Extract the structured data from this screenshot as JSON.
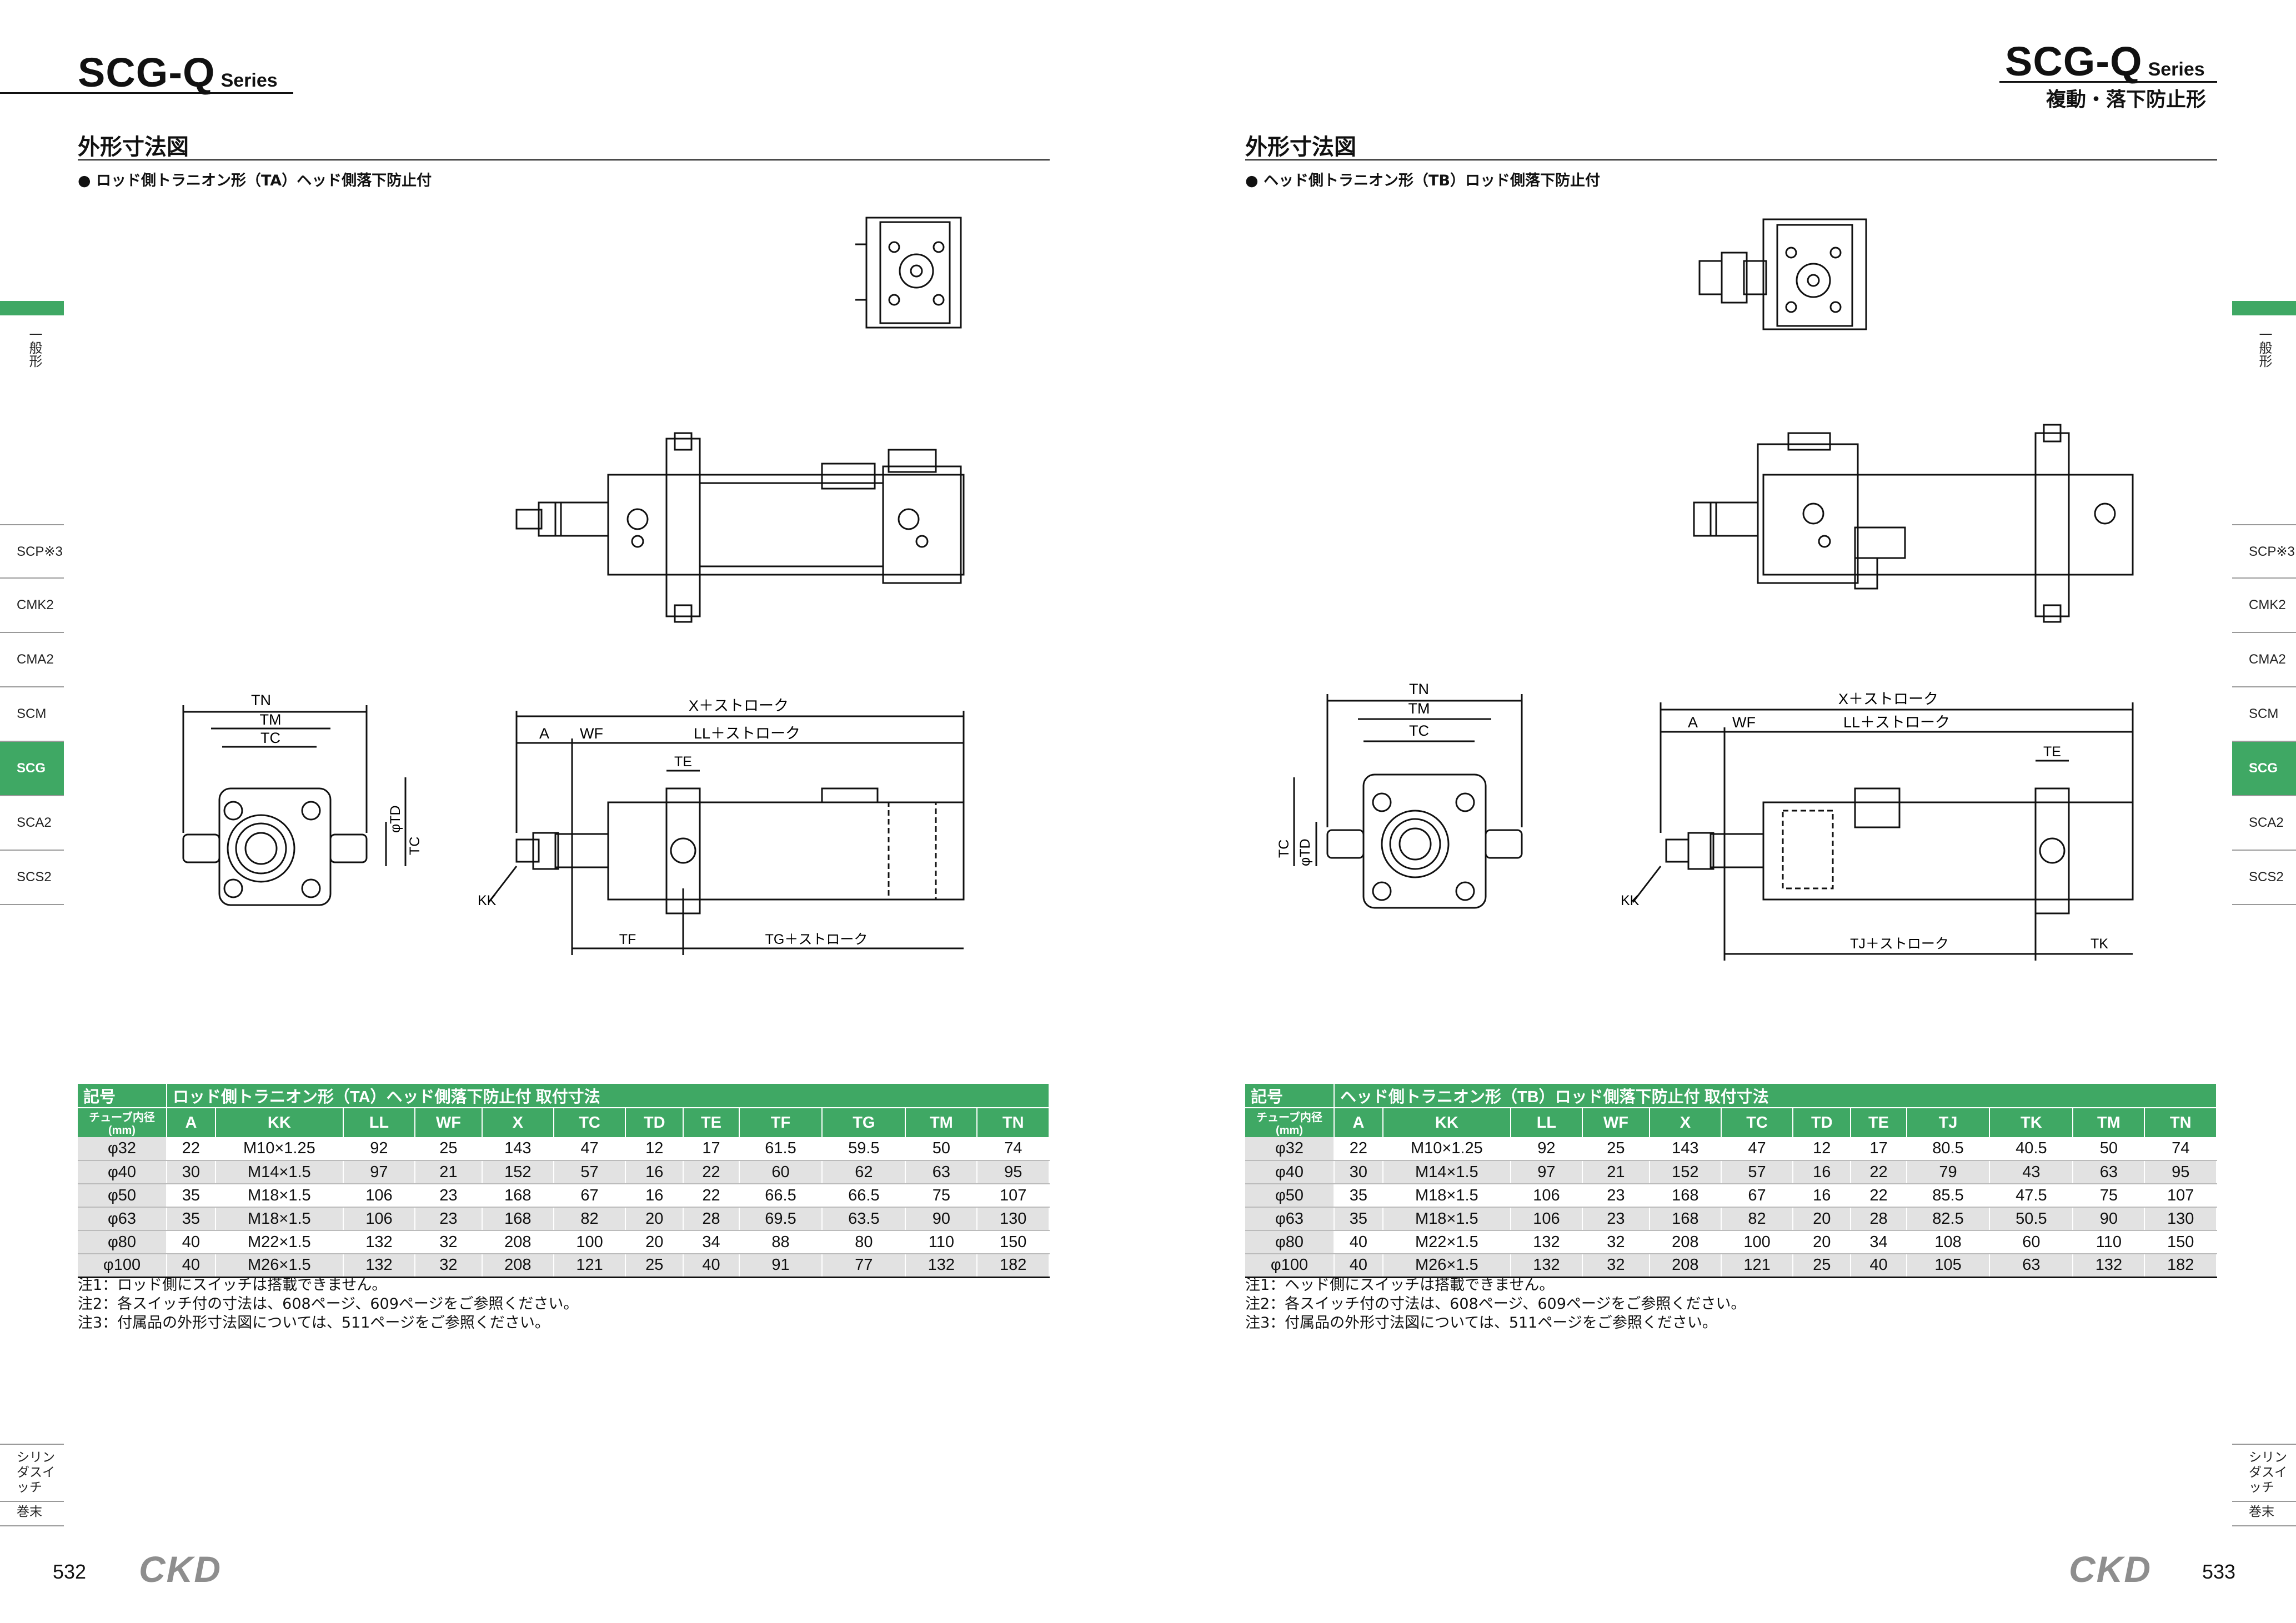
{
  "left": {
    "series_main": "SCG-Q",
    "series_sub": "Series",
    "section_title": "外形寸法図",
    "drawing_caption": "● ロッド側トラニオン形（TA）ヘッド側落下防止付",
    "table_title": "ロッド側トラニオン形（TA）ヘッド側落下防止付 取付寸法",
    "symbol_label": "記号",
    "tube_label": "チューブ内径(mm)",
    "columns": [
      "A",
      "KK",
      "LL",
      "WF",
      "X",
      "TC",
      "TD",
      "TE",
      "TF",
      "TG",
      "TM",
      "TN"
    ],
    "rows": [
      [
        "φ32",
        "22",
        "M10×1.25",
        "92",
        "25",
        "143",
        "47",
        "12",
        "17",
        "61.5",
        "59.5",
        "50",
        "74"
      ],
      [
        "φ40",
        "30",
        "M14×1.5",
        "97",
        "21",
        "152",
        "57",
        "16",
        "22",
        "60",
        "62",
        "63",
        "95"
      ],
      [
        "φ50",
        "35",
        "M18×1.5",
        "106",
        "23",
        "168",
        "67",
        "16",
        "22",
        "66.5",
        "66.5",
        "75",
        "107"
      ],
      [
        "φ63",
        "35",
        "M18×1.5",
        "106",
        "23",
        "168",
        "82",
        "20",
        "28",
        "69.5",
        "63.5",
        "90",
        "130"
      ],
      [
        "φ80",
        "40",
        "M22×1.5",
        "132",
        "32",
        "208",
        "100",
        "20",
        "34",
        "88",
        "80",
        "110",
        "150"
      ],
      [
        "φ100",
        "40",
        "M26×1.5",
        "132",
        "32",
        "208",
        "121",
        "25",
        "40",
        "91",
        "77",
        "132",
        "182"
      ]
    ],
    "notes": [
      "注1：ロッド側にスイッチは搭載できません。",
      "注2：各スイッチ付の寸法は、608ページ、609ページをご参照ください。",
      "注3：付属品の外形寸法図については、511ページをご参照ください。"
    ],
    "dims": {
      "tn": "TN",
      "tm": "TM",
      "tc": "TC",
      "td": "φTD",
      "tc2": "TC",
      "x": "X＋ストローク",
      "a": "A",
      "wf": "WF",
      "ll": "LL＋ストローク",
      "te": "TE",
      "kk": "KK",
      "tf": "TF",
      "tg": "TG＋ストローク"
    },
    "page_number": "532",
    "logo": "CKD"
  },
  "right": {
    "series_main": "SCG-Q",
    "series_sub": "Series",
    "subtitle": "複動・落下防止形",
    "section_title": "外形寸法図",
    "drawing_caption": "● ヘッド側トラニオン形（TB）ロッド側落下防止付",
    "table_title": "ヘッド側トラニオン形（TB）ロッド側落下防止付 取付寸法",
    "symbol_label": "記号",
    "tube_label": "チューブ内径(mm)",
    "columns": [
      "A",
      "KK",
      "LL",
      "WF",
      "X",
      "TC",
      "TD",
      "TE",
      "TJ",
      "TK",
      "TM",
      "TN"
    ],
    "rows": [
      [
        "φ32",
        "22",
        "M10×1.25",
        "92",
        "25",
        "143",
        "47",
        "12",
        "17",
        "80.5",
        "40.5",
        "50",
        "74"
      ],
      [
        "φ40",
        "30",
        "M14×1.5",
        "97",
        "21",
        "152",
        "57",
        "16",
        "22",
        "79",
        "43",
        "63",
        "95"
      ],
      [
        "φ50",
        "35",
        "M18×1.5",
        "106",
        "23",
        "168",
        "67",
        "16",
        "22",
        "85.5",
        "47.5",
        "75",
        "107"
      ],
      [
        "φ63",
        "35",
        "M18×1.5",
        "106",
        "23",
        "168",
        "82",
        "20",
        "28",
        "82.5",
        "50.5",
        "90",
        "130"
      ],
      [
        "φ80",
        "40",
        "M22×1.5",
        "132",
        "32",
        "208",
        "100",
        "20",
        "34",
        "108",
        "60",
        "110",
        "150"
      ],
      [
        "φ100",
        "40",
        "M26×1.5",
        "132",
        "32",
        "208",
        "121",
        "25",
        "40",
        "105",
        "63",
        "132",
        "182"
      ]
    ],
    "notes": [
      "注1：ヘッド側にスイッチは搭載できません。",
      "注2：各スイッチ付の寸法は、608ページ、609ページをご参照ください。",
      "注3：付属品の外形寸法図については、511ページをご参照ください。"
    ],
    "dims": {
      "tn": "TN",
      "tm": "TM",
      "tc": "TC",
      "td": "φTD",
      "tc2": "TC",
      "x": "X＋ストローク",
      "a": "A",
      "wf": "WF",
      "ll": "LL＋ストローク",
      "te": "TE",
      "kk": "KK",
      "tj": "TJ＋ストローク",
      "tk": "TK"
    },
    "page_number": "533",
    "logo": "CKD"
  },
  "sidebar": {
    "category": "一般形",
    "tabs": [
      "SCP※3",
      "CMK2",
      "CMA2",
      "SCM",
      "SCG",
      "SCA2",
      "SCS2"
    ],
    "active_tab": "SCG",
    "bottom": [
      "シリンダスイッチ",
      "巻末"
    ]
  },
  "colors": {
    "accent": "#3fa864",
    "logo": "#8e8e8e",
    "row_shade": "#e2e2e2"
  }
}
